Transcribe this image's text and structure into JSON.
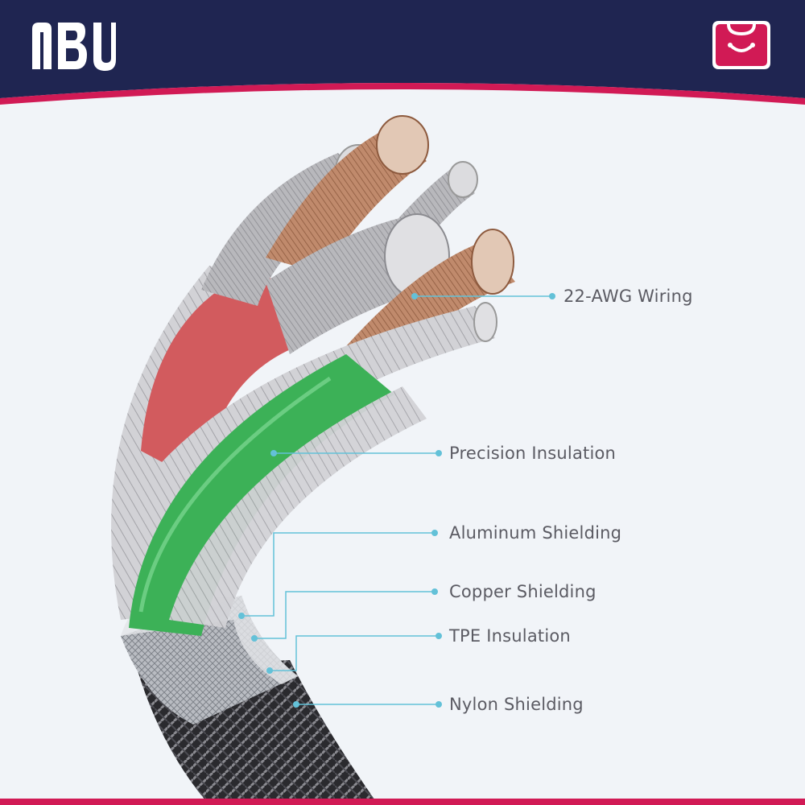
{
  "brand": {
    "logo_text": "NBU",
    "colors": {
      "navy": "#1f2551",
      "accent": "#d11a55",
      "background": "#f1f4f8"
    }
  },
  "icons": {
    "bag": "shopping-bag-smile-icon"
  },
  "callouts": [
    {
      "label": "22-AWG Wiring"
    },
    {
      "label": "Precision Insulation"
    },
    {
      "label": "Aluminum Shielding"
    },
    {
      "label": "Copper Shielding"
    },
    {
      "label": "TPE Insulation"
    },
    {
      "label": "Nylon Shielding"
    }
  ]
}
